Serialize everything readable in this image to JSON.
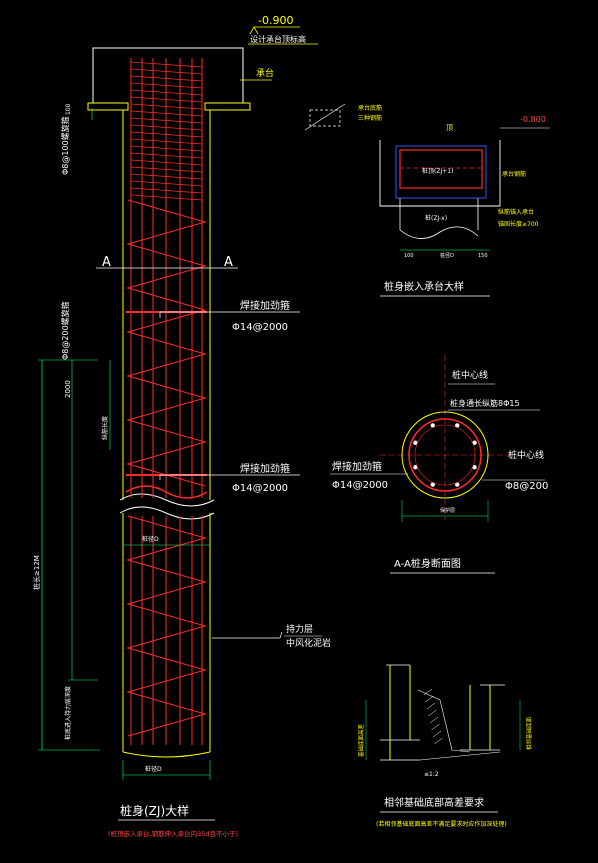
{
  "colors": {
    "background": "#000000",
    "outline": "#ffff00",
    "rebar": "#ff2a2a",
    "dimension": "#00ff66",
    "label": "#ffffff",
    "note": "#ff4444",
    "cap_outline": "#3355ff"
  },
  "pile_detail": {
    "top_level": "-0.900",
    "top_level_note": "设计承台顶标高",
    "cap_label": "承台",
    "stirrup_top": "Φ8@100螺旋箍",
    "stirrup_mid": "Φ8@200螺旋箍",
    "section_mark": "A",
    "stiffener_label_1": "焊接加劲箍",
    "stiffener_spec_1": "Φ14@2000",
    "stiffener_label_2": "焊接加劲箍",
    "stiffener_spec_2": "Φ14@2000",
    "bearing_layer": "持力层",
    "bearing_rock": "中风化泥岩",
    "dim_top": "100",
    "dim_mid": "2000",
    "dim_main_bar": "纵筋长度",
    "dim_long": "桩长≥12M",
    "dim_pile_bottom": "桩底进入持力层深度",
    "dim_d1": "桩径D",
    "dim_d2": "桩径D",
    "title": "桩身(ZJ)大样",
    "note": "(桩顶嵌入承台,钢筋伸入承台内35d且不小于)"
  },
  "cap_detail": {
    "title": "桩身嵌入承台大样",
    "level": "-0.800",
    "label_cap_bar": "承台底筋",
    "label_three": "三种钢筋",
    "label_top": "顶",
    "label_pile_top": "桩顶(ZJ+1)",
    "label_anchor": "承台钢筋",
    "label_pile": "桩(ZJ-x)",
    "label_weld": "纵筋锚入承台",
    "label_min": "锚固长度≥700",
    "dim_a": "100",
    "dim_b": "桩径D",
    "dim_c": "150"
  },
  "section_aa": {
    "title": "A-A桩身断面图",
    "center_line_1": "桩中心线",
    "main_bar": "桩身通长纵筋8Φ15",
    "center_line_2": "桩中心线",
    "stiffener_label": "焊接加劲箍",
    "stiffener_spec": "Φ14@2000",
    "spiral_spec": "Φ8@200",
    "cover_label": "保护层"
  },
  "base_detail": {
    "title": "相邻基础底部高差要求",
    "note": "(若相邻基础底面高差不满足要求时应作加深处理)",
    "label_left": "基础底面高差",
    "label_right": "相邻基础底面",
    "slope": "≤1:2"
  }
}
